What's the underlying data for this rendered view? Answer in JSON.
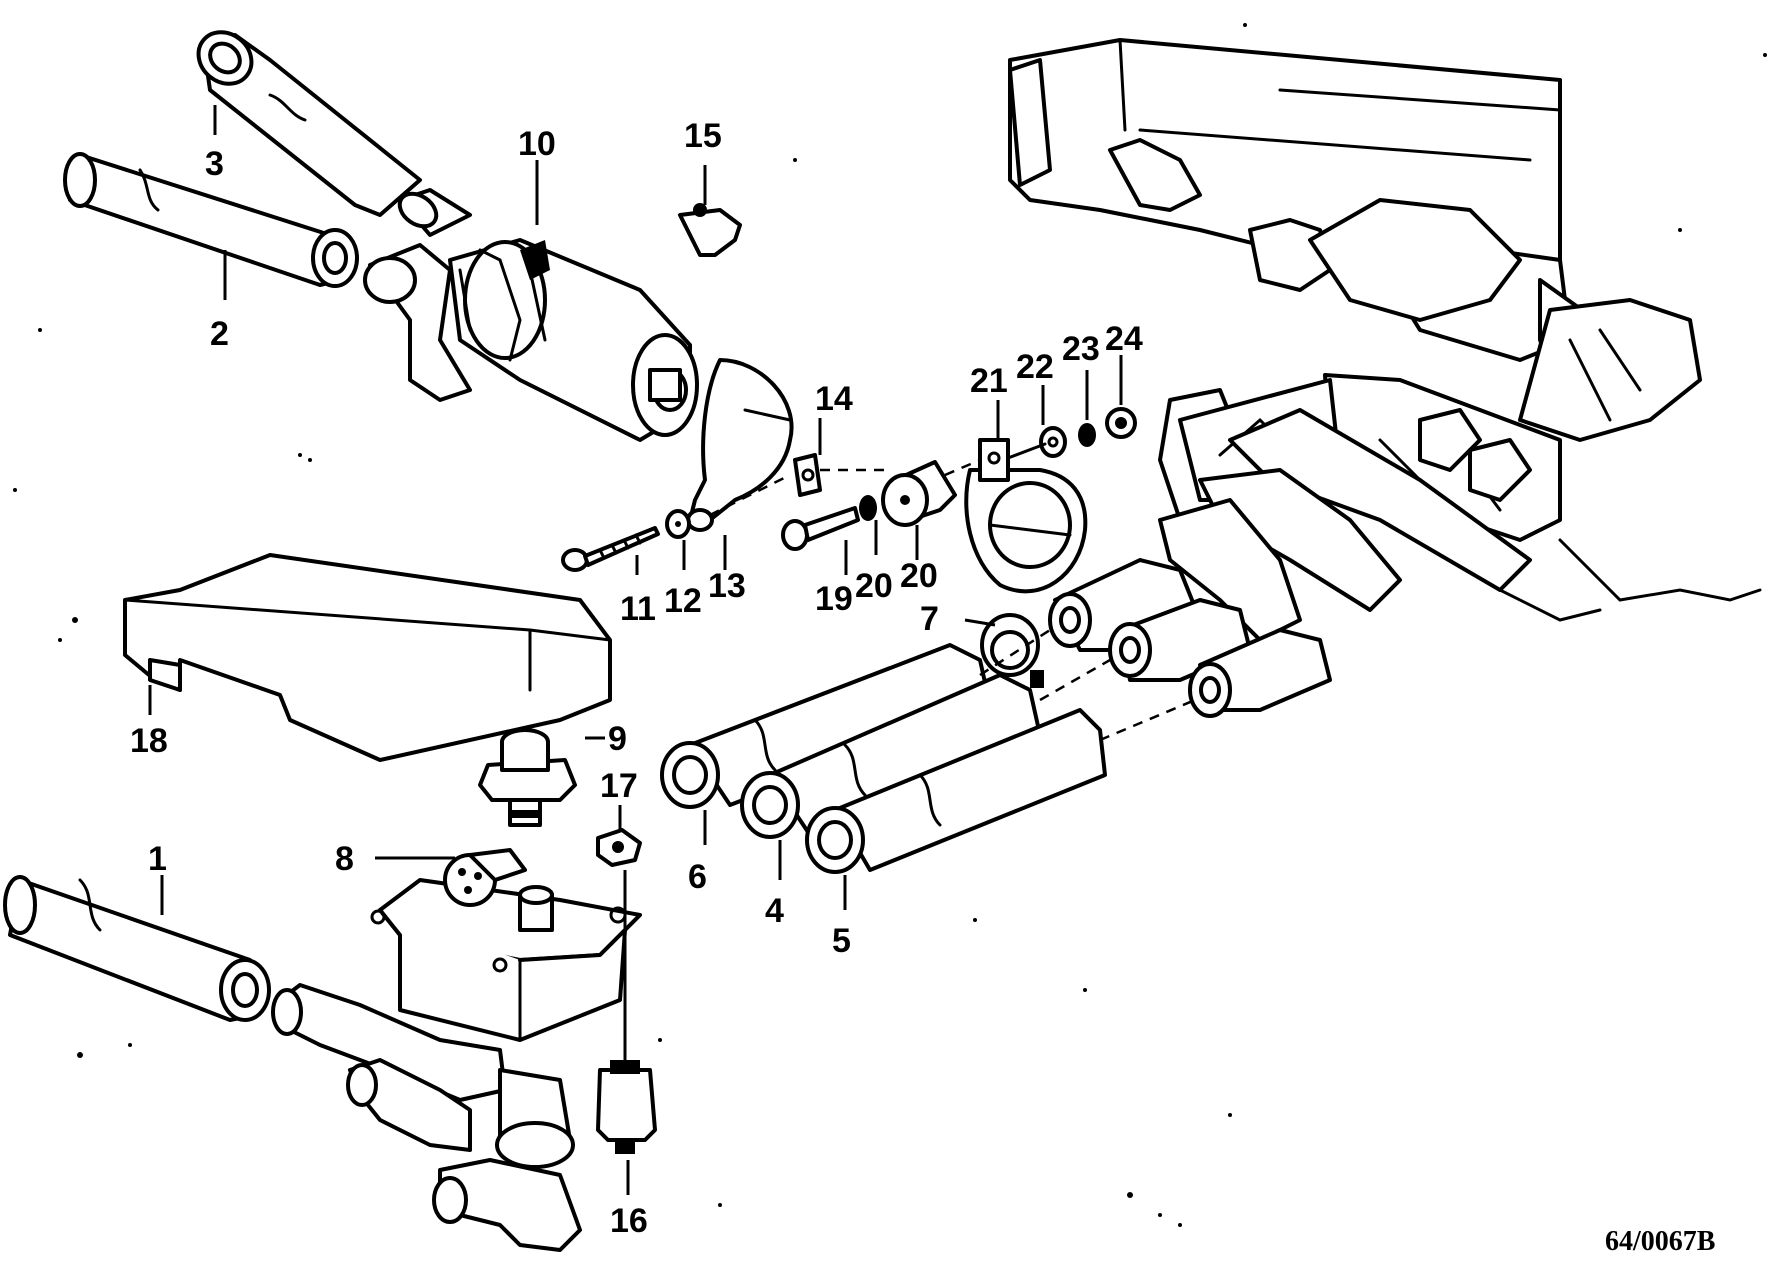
{
  "diagram": {
    "reference": "64/0067B",
    "callouts": [
      {
        "id": "1",
        "label": "1"
      },
      {
        "id": "2",
        "label": "2"
      },
      {
        "id": "3",
        "label": "3"
      },
      {
        "id": "4",
        "label": "4"
      },
      {
        "id": "5",
        "label": "5"
      },
      {
        "id": "6",
        "label": "6"
      },
      {
        "id": "7",
        "label": "7"
      },
      {
        "id": "8",
        "label": "8"
      },
      {
        "id": "9",
        "label": "9"
      },
      {
        "id": "10",
        "label": "10"
      },
      {
        "id": "11",
        "label": "11"
      },
      {
        "id": "12",
        "label": "12"
      },
      {
        "id": "13",
        "label": "13"
      },
      {
        "id": "14",
        "label": "14"
      },
      {
        "id": "15",
        "label": "15"
      },
      {
        "id": "16",
        "label": "16"
      },
      {
        "id": "17",
        "label": "17"
      },
      {
        "id": "18",
        "label": "18"
      },
      {
        "id": "19",
        "label": "19"
      },
      {
        "id": "20a",
        "label": "20"
      },
      {
        "id": "20b",
        "label": "20"
      },
      {
        "id": "21",
        "label": "21"
      },
      {
        "id": "22",
        "label": "22"
      },
      {
        "id": "23",
        "label": "23"
      },
      {
        "id": "24",
        "label": "24"
      }
    ]
  },
  "colors": {
    "ink": "#000000",
    "paper": "#ffffff"
  }
}
